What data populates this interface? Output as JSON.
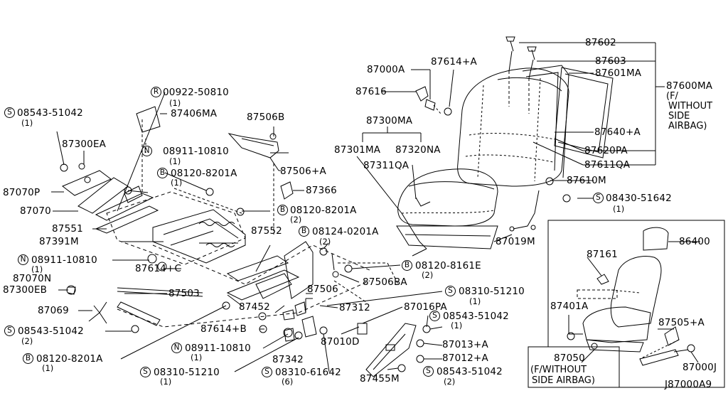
{
  "colors": {
    "line": "#000000",
    "background": "#ffffff"
  },
  "diagram_id": "J87000A9",
  "labels": {
    "p87602": "87602",
    "p87603": "87603",
    "p87601MA": "87601MA",
    "p87600MA": "87600MA",
    "note_without_airbag": [
      "(F/",
      "WITHOUT",
      "SIDE",
      "AIRBAG)"
    ],
    "p87000A": "87000A",
    "p87614A": "87614+A",
    "p87616": "87616",
    "p87300MA": "87300MA",
    "p87301MA": "87301MA",
    "p87320NA": "87320NA",
    "p87311QA": "87311QA",
    "p87640A": "87640+A",
    "p87620PA": "87620PA",
    "p87611QA": "87611QA",
    "p87610M": "87610M",
    "s08430": "08430-51642",
    "s08430_qty": "(1)",
    "r00922": "00922-50810",
    "r00922_qty": "(1)",
    "s08543_top": "08543-51042",
    "s08543_top_qty": "(1)",
    "p87406MA": "87406MA",
    "p87506B": "87506B",
    "p87300EA": "87300EA",
    "n08911_top": "08911-10810",
    "n08911_top_qty": "(1)",
    "p87506A": "87506+A",
    "b08120_a": "08120-8201A",
    "b08120_a_qty": "(1)",
    "p87070P": "87070P",
    "p87366": "87366",
    "p87070": "87070",
    "b08120_b": "08120-8201A",
    "b08120_b_qty": "(2)",
    "p87551": "87551",
    "p87552": "87552",
    "b08124": "08124-0201A",
    "b08124_qty": "(2)",
    "p87391M": "87391M",
    "p87019M": "87019M",
    "n08911_mid": "08911-10810",
    "n08911_mid_qty": "(1)",
    "b08120_8161": "08120-8161E",
    "b08120_8161_qty": "(2)",
    "p87614C": "87614+C",
    "p87070N": "87070N",
    "p87506BA": "87506BA",
    "p87300EB": "87300EB",
    "p87503": "87503",
    "p87506": "87506",
    "s08310_right": "08310-51210",
    "s08310_right_qty": "(1)",
    "p87069": "87069",
    "p87452": "87452",
    "p87312": "87312",
    "p87016PA": "87016PA",
    "s08543_right": "08543-51042",
    "s08543_right_qty": "(1)",
    "s08543_left": "08543-51042",
    "s08543_left_qty": "(2)",
    "p87614B": "87614+B",
    "p87010D": "87010D",
    "p87013A": "87013+A",
    "n08911_bottom": "08911-10810",
    "n08911_bottom_qty": "(1)",
    "p87012A": "87012+A",
    "b08120_bottom": "08120-8201A",
    "b08120_bottom_qty": "(1)",
    "p87342": "87342",
    "s08310_bottom": "08310-51210",
    "s08310_bottom_qty": "(1)",
    "s08310_61642": "08310-61642",
    "s08310_61642_qty": "(6)",
    "p87455M": "87455M",
    "s08543_bottom": "08543-51042",
    "s08543_bottom_qty": "(2)",
    "p86400": "86400",
    "p87161": "87161",
    "p87401A": "87401A",
    "p87505A": "87505+A",
    "p87050": "87050",
    "p87000J": "87000J",
    "inset_note_1": "(F/WITHOUT",
    "inset_note_2": "SIDE AIRBAG)"
  },
  "symbols": {
    "S": "S",
    "R": "R",
    "N": "N",
    "B": "B"
  }
}
